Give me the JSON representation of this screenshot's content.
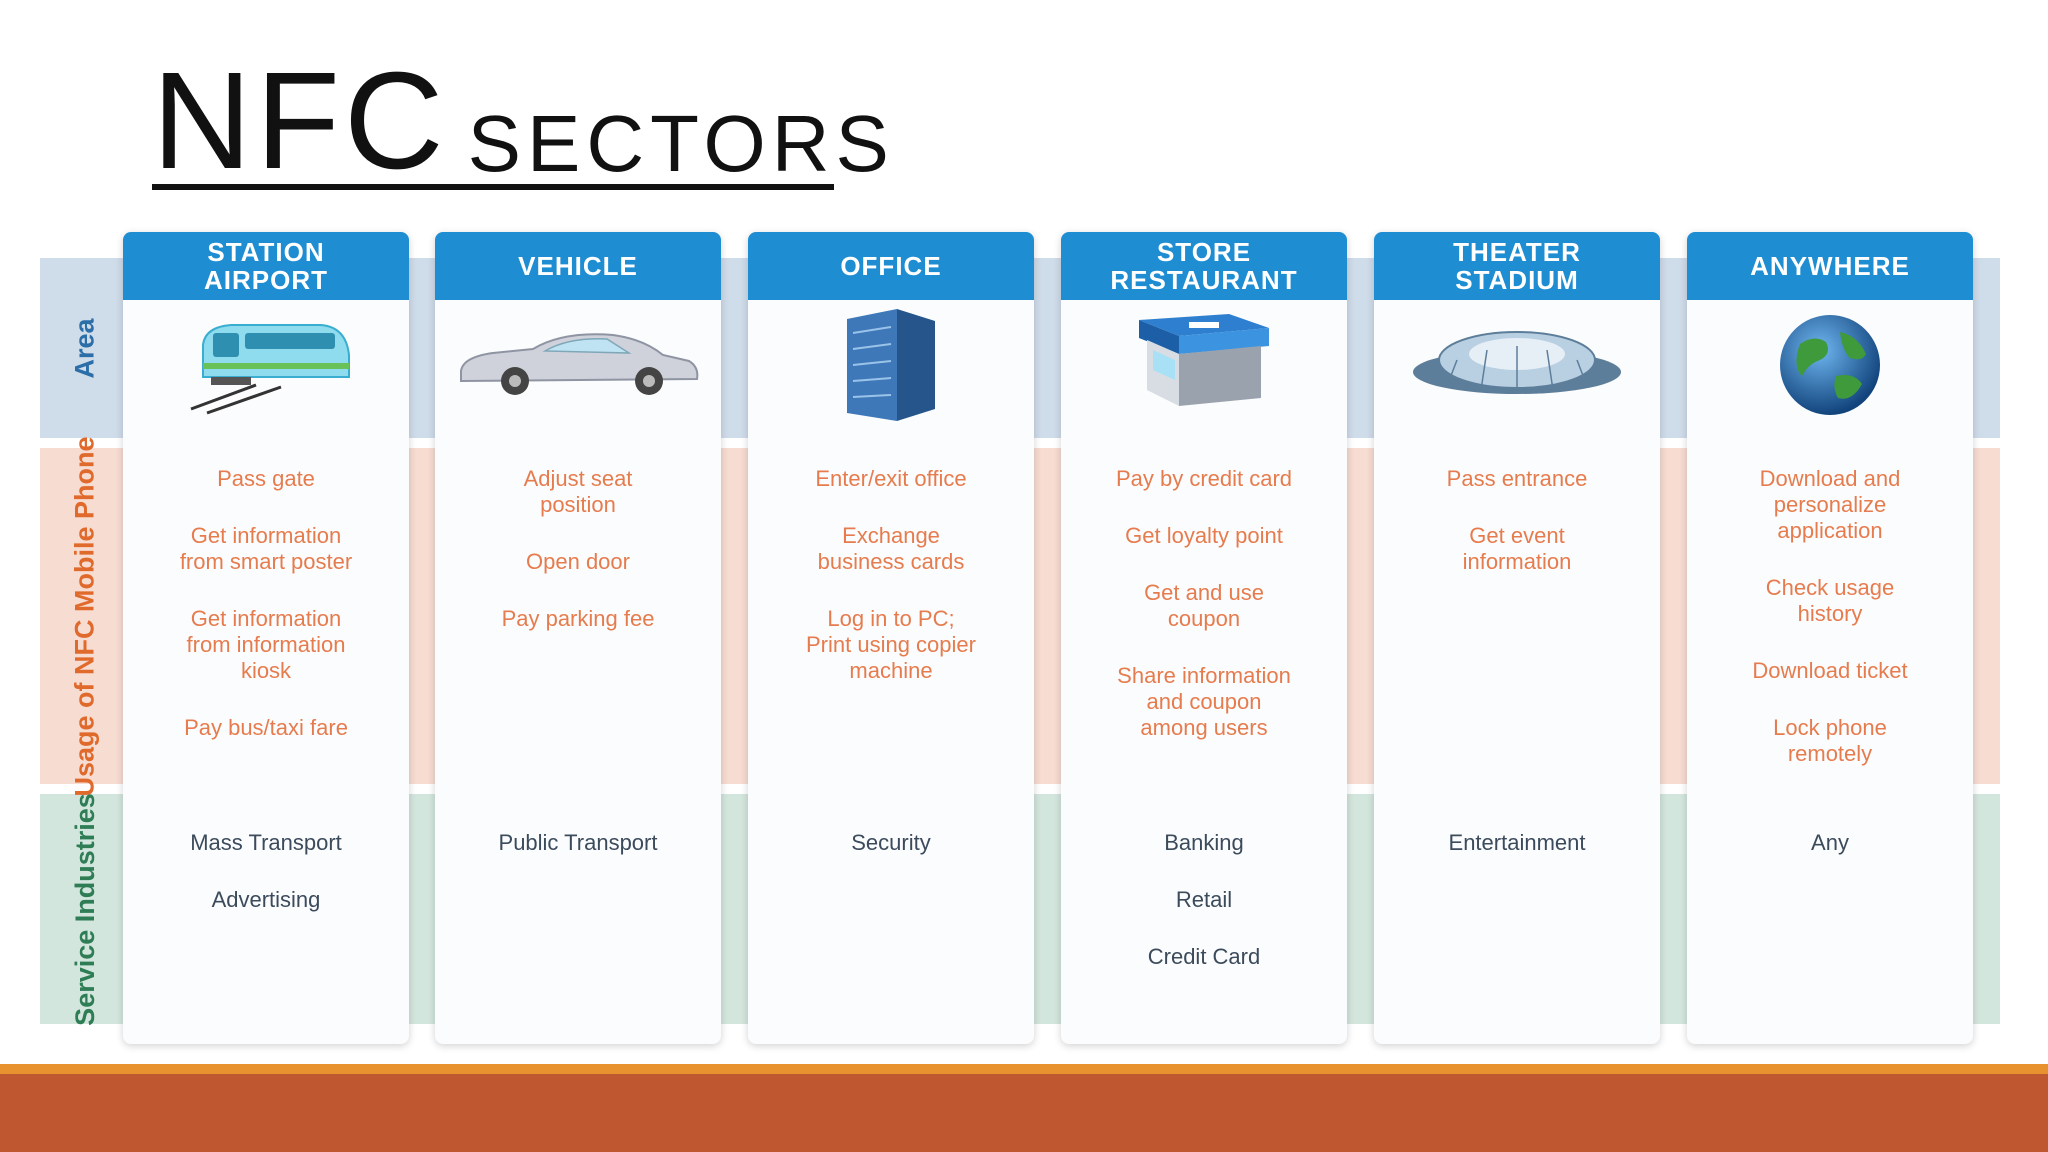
{
  "slide": {
    "title_main": "NFC",
    "title_sub": "SECTORS"
  },
  "rows": {
    "area": "Area",
    "usage": "Usage of NFC Mobile Phone",
    "service": "Service Industries"
  },
  "columns": [
    {
      "header": "STATION\nAIRPORT",
      "icon": "train-icon",
      "usage": [
        "Pass gate",
        "Get information\nfrom smart poster",
        "Get information\nfrom information\nkiosk",
        "Pay bus/taxi fare"
      ],
      "services": [
        "Mass Transport",
        "Advertising"
      ]
    },
    {
      "header": "VEHICLE",
      "icon": "car-icon",
      "usage": [
        "Adjust seat\nposition",
        "Open door",
        "Pay parking fee"
      ],
      "services": [
        "Public Transport"
      ]
    },
    {
      "header": "OFFICE",
      "icon": "office-building-icon",
      "usage": [
        "Enter/exit office",
        "Exchange\nbusiness cards",
        "Log in to PC;\nPrint using copier\nmachine"
      ],
      "services": [
        "Security"
      ]
    },
    {
      "header": "STORE\nRESTAURANT",
      "icon": "shop-icon",
      "usage": [
        "Pay by credit card",
        "Get loyalty point",
        "Get and use\ncoupon",
        "Share information\nand coupon\namong users"
      ],
      "services": [
        "Banking",
        "Retail",
        "Credit Card"
      ]
    },
    {
      "header": "THEATER\nSTADIUM",
      "icon": "stadium-icon",
      "usage": [
        "Pass entrance",
        "Get event\ninformation"
      ],
      "services": [
        "Entertainment"
      ]
    },
    {
      "header": "ANYWHERE",
      "icon": "globe-icon",
      "usage": [
        "Download and\npersonalize\napplication",
        "Check usage\nhistory",
        "Download ticket",
        "Lock phone\nremotely"
      ],
      "services": [
        "Any"
      ]
    }
  ],
  "colors": {
    "header_blue": "#1e8dd2",
    "usage_orange": "#e67c4e",
    "footer_orange": "#bf5831",
    "footer_accent": "#e8912f"
  }
}
